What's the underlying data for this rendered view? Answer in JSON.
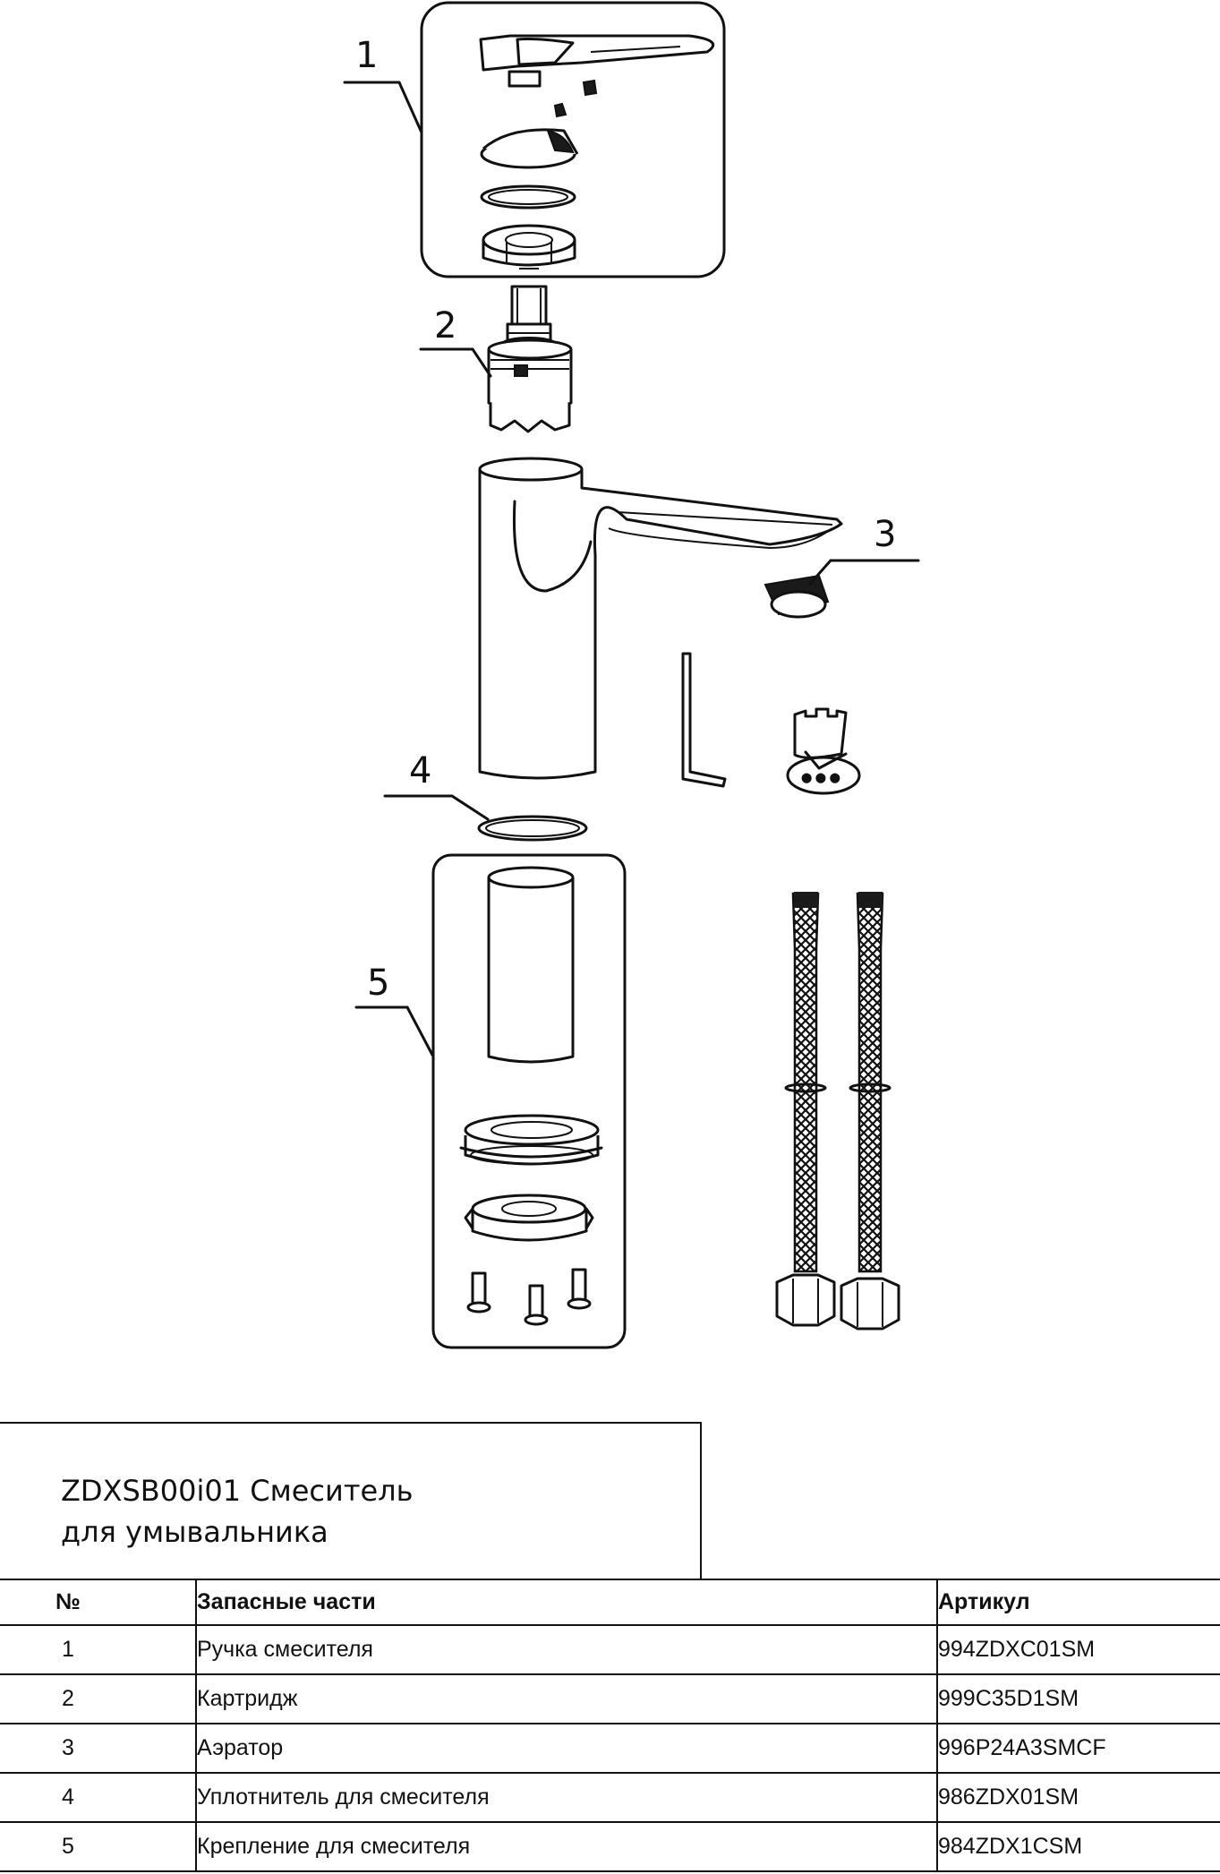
{
  "callouts": [
    "1",
    "2",
    "3",
    "4",
    "5"
  ],
  "title": {
    "line1": "ZDXSB00i01 Смеситель",
    "line2": "для умывальника"
  },
  "table": {
    "headers": [
      "№",
      "Запасные части",
      "Артикул"
    ],
    "rows": [
      {
        "no": "1",
        "name": "Ручка смесителя",
        "article": "994ZDXC01SM"
      },
      {
        "no": "2",
        "name": "Картридж",
        "article": "999C35D1SM"
      },
      {
        "no": "3",
        "name": "Аэратор",
        "article": "996P24A3SMCF"
      },
      {
        "no": "4",
        "name": "Уплотнитель для смесителя",
        "article": "986ZDX01SM"
      },
      {
        "no": "5",
        "name": "Крепление для смесителя",
        "article": "984ZDX1CSM"
      }
    ]
  }
}
